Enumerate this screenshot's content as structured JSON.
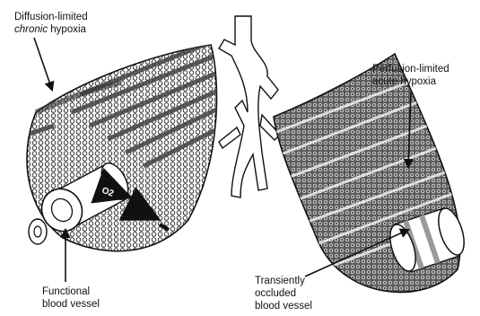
{
  "labels": {
    "chronic": {
      "line1": "Diffusion-limited",
      "line2_em": "chronic",
      "line2_rest": " hypoxia"
    },
    "acute": {
      "line1": "Perfusion-limited",
      "line2": "acute hypoxia"
    },
    "functional": {
      "line1": "Functional",
      "line2": "blood vessel"
    },
    "occluded": {
      "line1": "Transiently",
      "line2": "occluded",
      "line3": "blood vessel"
    }
  },
  "oxygen_label": "O2",
  "colors": {
    "ink": "#111111",
    "paper": "#ffffff"
  }
}
